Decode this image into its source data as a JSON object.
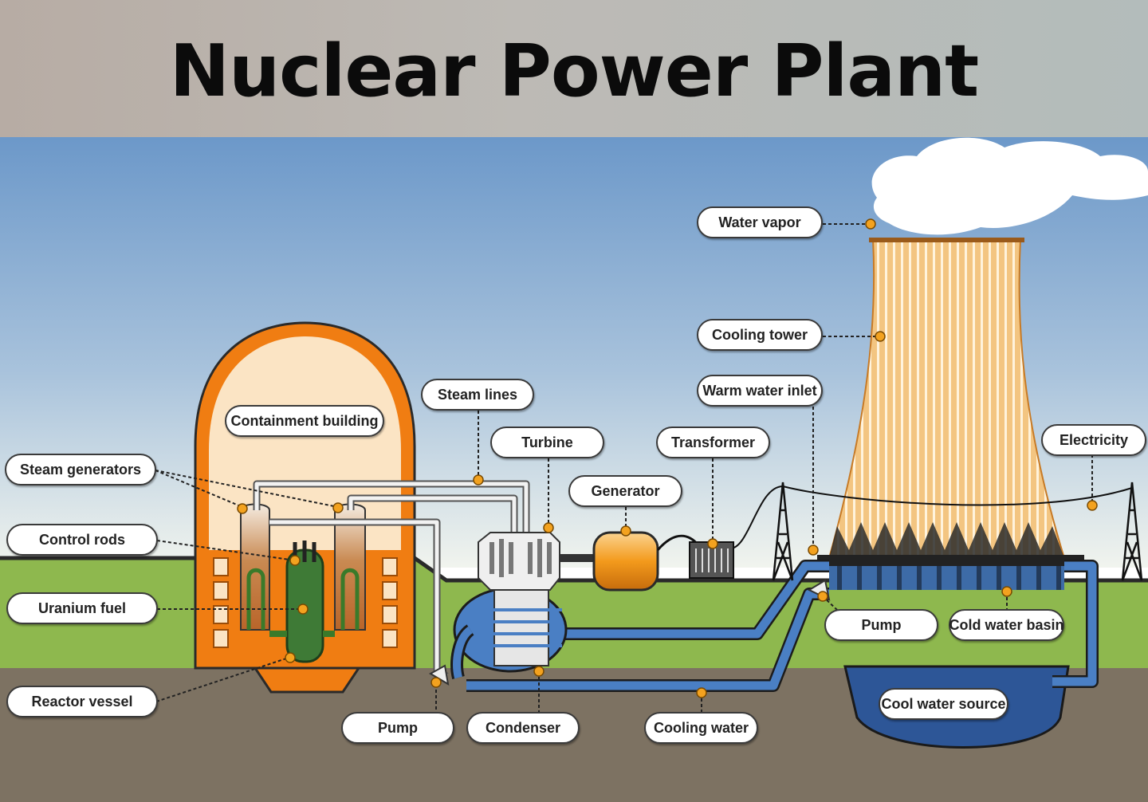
{
  "title": "Nuclear Power Plant",
  "labels": {
    "water_vapor": "Water vapor",
    "cooling_tower": "Cooling tower",
    "warm_water_inlet": "Warm water inlet",
    "steam_lines": "Steam lines",
    "containment_building": "Containment building",
    "turbine": "Turbine",
    "transformer": "Transformer",
    "electricity": "Electricity",
    "generator": "Generator",
    "steam_generators": "Steam generators",
    "control_rods": "Control rods",
    "uranium_fuel": "Uranium fuel",
    "reactor_vessel": "Reactor vessel",
    "pump_left": "Pump",
    "condenser": "Condenser",
    "cooling_water": "Cooling water",
    "pump_right": "Pump",
    "cold_water_basin": "Cold water basin",
    "cool_water_source": "Cool water source"
  },
  "colors": {
    "sky_top": "#6f9ccb",
    "sky_bottom": "#eef2ee",
    "ground_grass": "#8eb84e",
    "ground_soil": "#7d7262",
    "containment_orange": "#f07d12",
    "tower_stripes": "#e8a64a",
    "water_blue": "#2f5f9e",
    "reactor_green": "#3e7a36"
  }
}
